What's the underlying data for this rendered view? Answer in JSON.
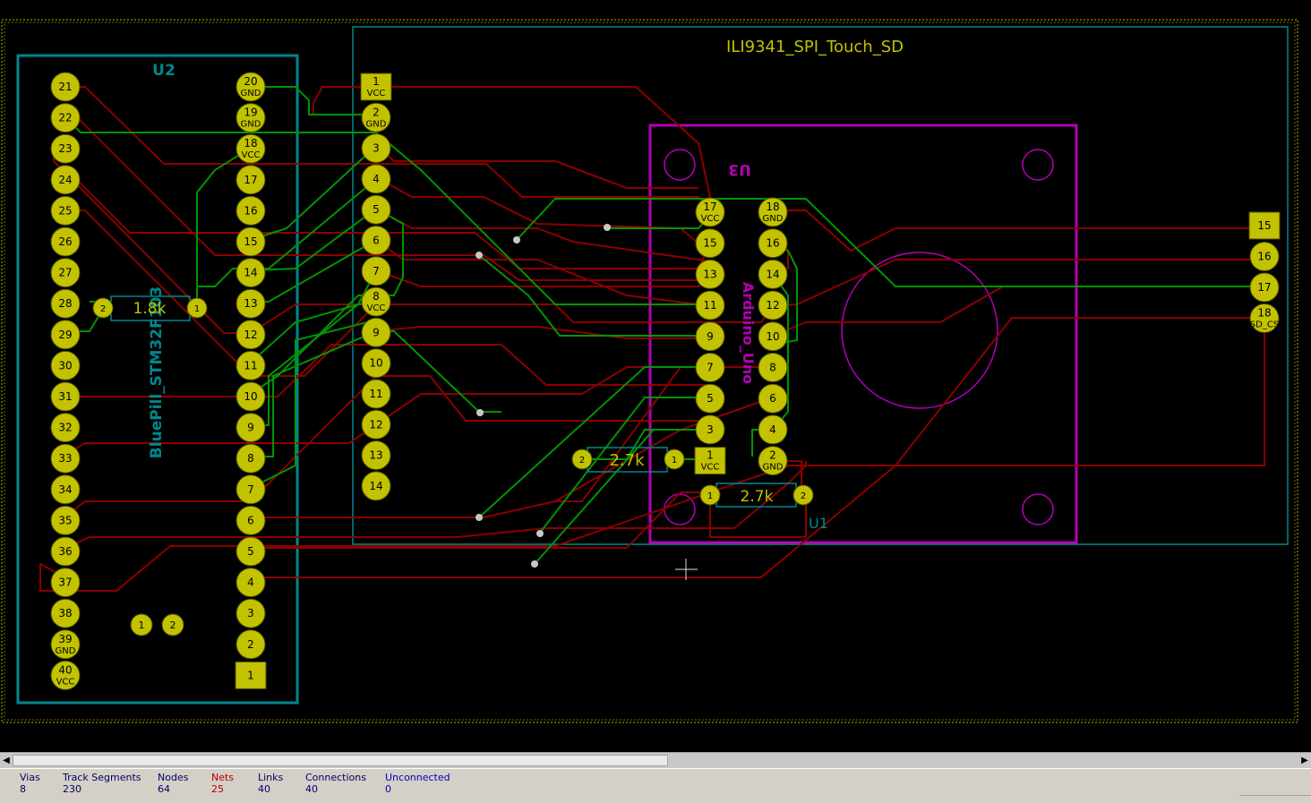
{
  "board": {
    "title": "ILI9341_SPI_Touch_SD",
    "u2_ref": "U2",
    "u2_value": "BluePill_STM32F103",
    "u3_ref": "U3",
    "u3_value": "Arduino_Uno",
    "u1_ref": "U1",
    "r_left_value": "1.8k",
    "r_mid_value": "2.7k",
    "r_low_value": "2.7k",
    "u2_left_pins": [
      "21",
      "22",
      "23",
      "24",
      "25",
      "26",
      "27",
      "28",
      "29",
      "30",
      "31",
      "32",
      "33",
      "34",
      "35",
      "36",
      "37",
      "38",
      "39",
      "40"
    ],
    "u2_right_pins": [
      "20",
      "19",
      "18",
      "17",
      "16",
      "15",
      "14",
      "13",
      "12",
      "11",
      "10",
      "9",
      "8",
      "7",
      "6",
      "5",
      "4",
      "3",
      "2",
      "1"
    ],
    "display_pins": [
      "1",
      "2",
      "3",
      "4",
      "5",
      "6",
      "7",
      "8",
      "9",
      "10",
      "11",
      "12",
      "13",
      "14"
    ],
    "u3_left_pins": [
      "17",
      "15",
      "13",
      "11",
      "9",
      "7",
      "5",
      "3",
      "1"
    ],
    "u3_right_pins": [
      "18",
      "16",
      "14",
      "12",
      "10",
      "8",
      "6",
      "4",
      "2"
    ],
    "right_header_pins": [
      "15",
      "16",
      "17",
      "18"
    ],
    "labels": {
      "gnd": "GND",
      "vcc": "VCC",
      "sd_cs": "SD_CS"
    }
  },
  "status": {
    "vias": {
      "label": "Vias",
      "value": "8"
    },
    "tracks": {
      "label": "Track Segments",
      "value": "230"
    },
    "nodes": {
      "label": "Nodes",
      "value": "64"
    },
    "nets": {
      "label": "Nets",
      "value": "25"
    },
    "links": {
      "label": "Links",
      "value": "40"
    },
    "connections": {
      "label": "Connections",
      "value": "40"
    },
    "unconnected": {
      "label": "Unconnected",
      "value": "0"
    }
  },
  "colors": {
    "f_cu": "#8c0000",
    "b_cu": "#009600",
    "pad": "#c2c200",
    "outline_cyan": "#00878c",
    "u3_magenta": "#b400b4",
    "edge": "#c2c200"
  }
}
